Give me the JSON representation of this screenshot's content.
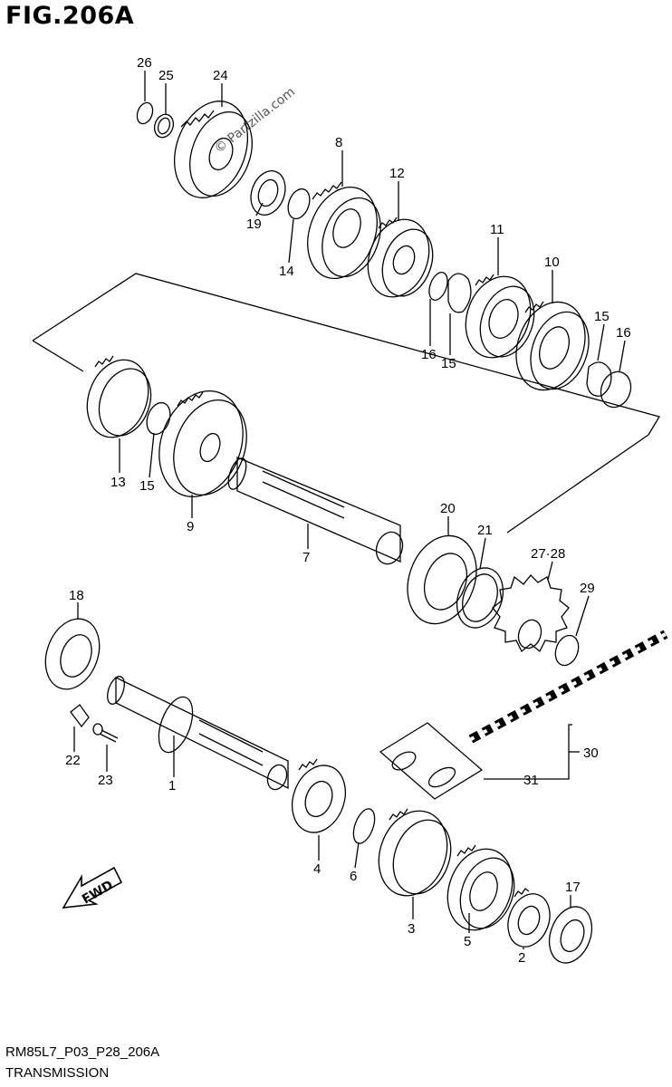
{
  "figure": {
    "title": "FIG.206A",
    "code": "RM85L7_P03_P28_206A",
    "name": "TRANSMISSION",
    "watermark": "© Partzilla.com",
    "direction_label": "FWD"
  },
  "callouts": [
    "26",
    "25",
    "24",
    "8",
    "12",
    "19",
    "14",
    "11",
    "10",
    "16",
    "15",
    "15",
    "16",
    "13",
    "15",
    "9",
    "7",
    "20",
    "21",
    "27·28",
    "29",
    "18",
    "22",
    "23",
    "1",
    "30",
    "31",
    "4",
    "6",
    "3",
    "17",
    "5",
    "2"
  ]
}
